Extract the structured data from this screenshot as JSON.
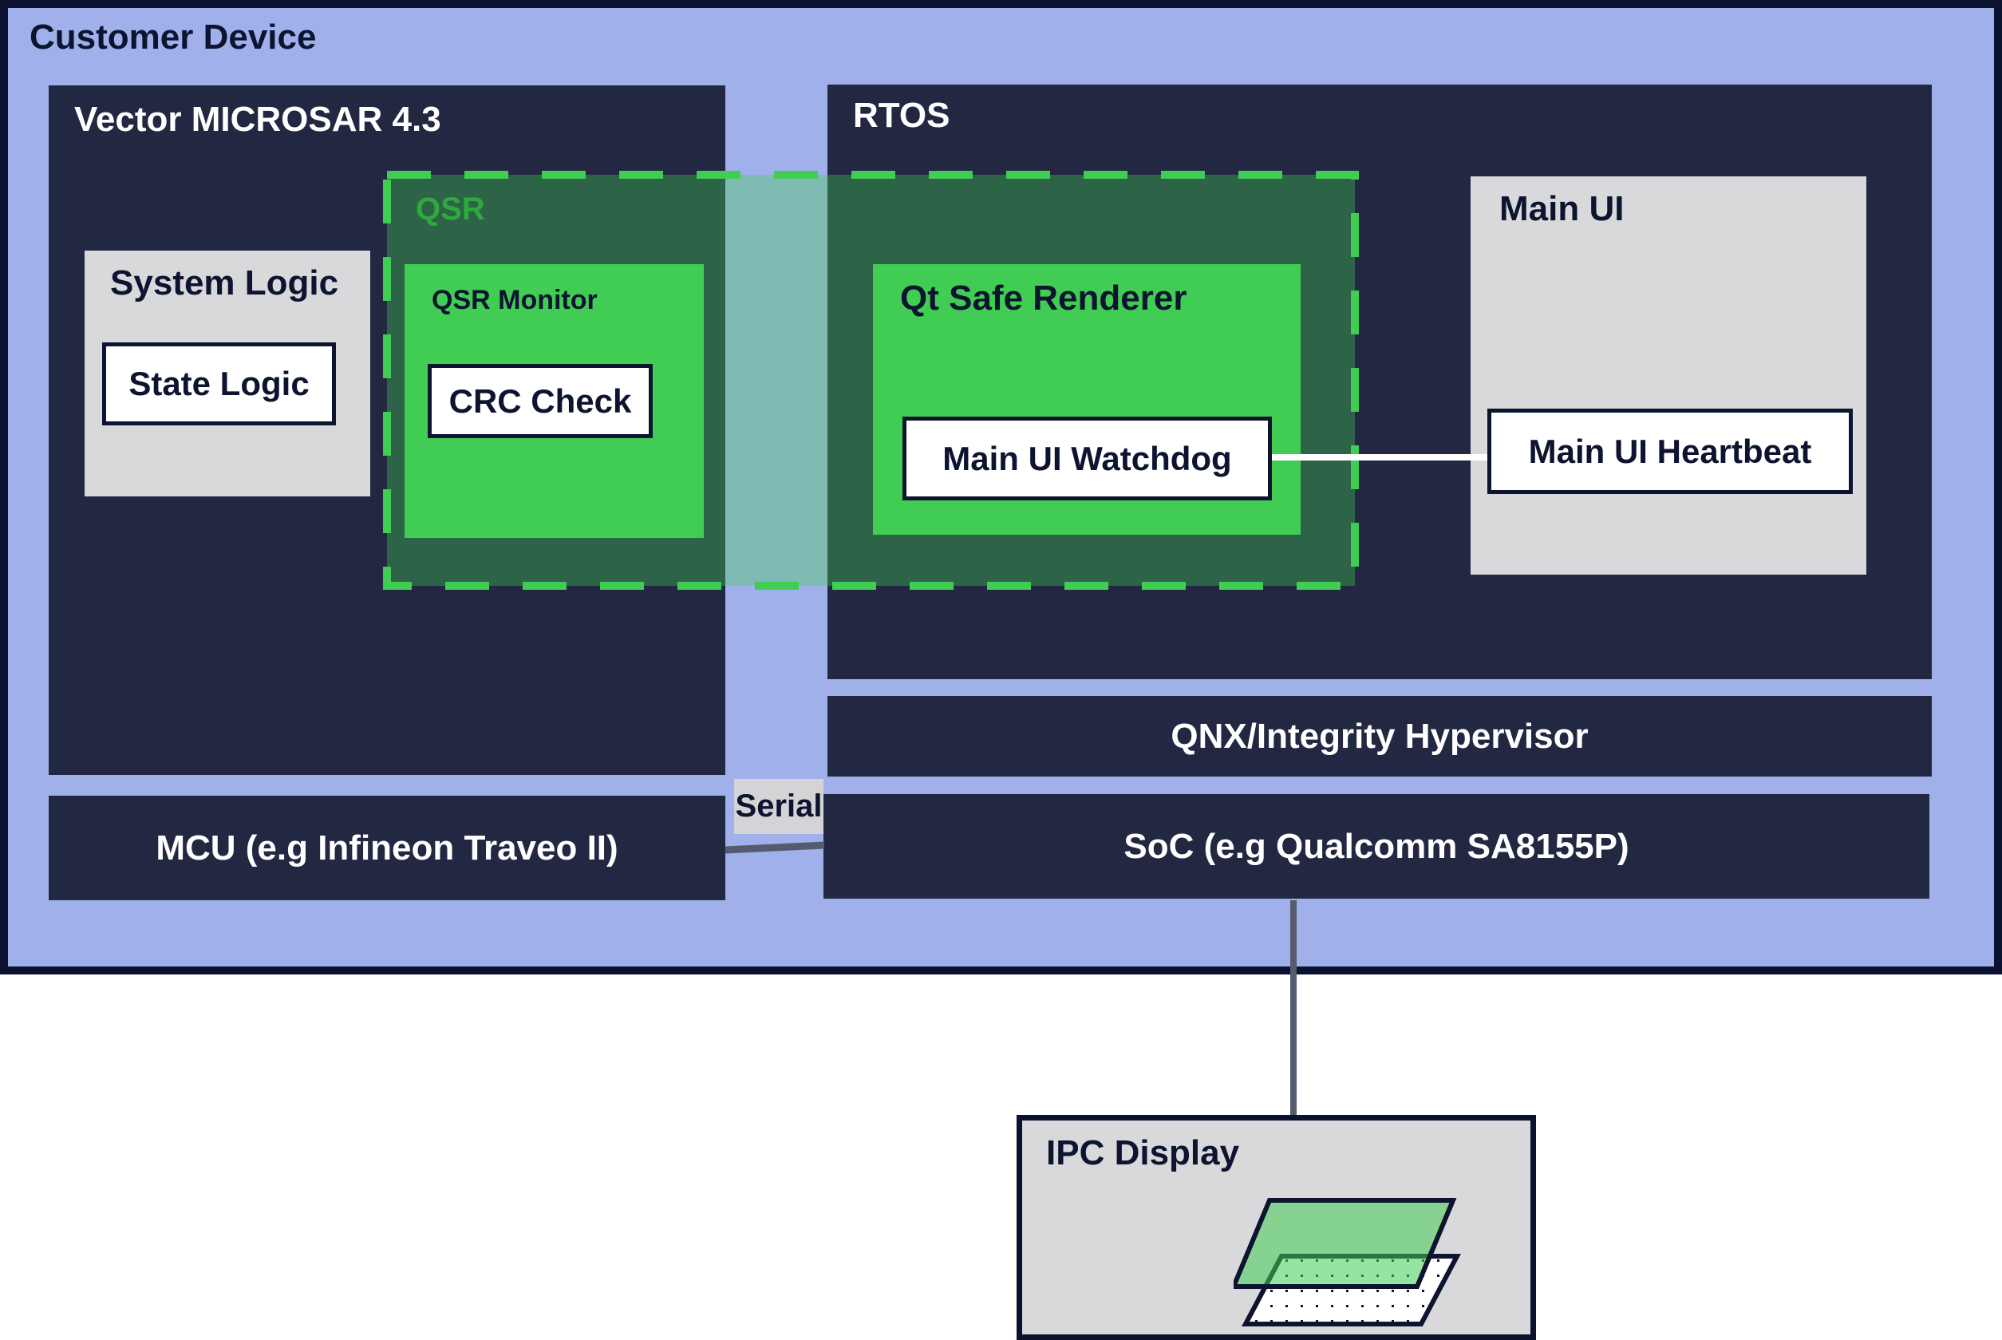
{
  "diagram": {
    "customer_device": {
      "label": "Customer Device"
    },
    "vector_microsar": {
      "label": "Vector MICROSAR 4.3"
    },
    "rtos": {
      "label": "RTOS"
    },
    "qsr": {
      "label": "QSR"
    },
    "system_logic": {
      "label": "System Logic",
      "child": "State Logic"
    },
    "qsr_monitor": {
      "label": "QSR Monitor",
      "child": "CRC Check"
    },
    "qt_safe_renderer": {
      "label": "Qt Safe Renderer",
      "child": "Main UI Watchdog"
    },
    "main_ui": {
      "label": "Main UI",
      "child": "Main UI Heartbeat"
    },
    "hypervisor": {
      "label": "QNX/Integrity Hypervisor"
    },
    "mcu": {
      "label": "MCU (e.g Infineon Traveo II)"
    },
    "soc": {
      "label": "SoC (e.g Qualcomm SA8155P)"
    },
    "serial": {
      "label": "Serial"
    },
    "ipc_display": {
      "label": "IPC Display",
      "icon": "layered-display-icon"
    }
  },
  "colors": {
    "device_bg": "#9fb0ea",
    "dark_block": "#222842",
    "qsr_region": "#2d6447",
    "qsr_dash": "#41cc54",
    "green_block": "#41cc54",
    "overlap_teal": "#7fbbb3",
    "light_block": "#d9d9dc",
    "text_dark": "#0d1430"
  }
}
